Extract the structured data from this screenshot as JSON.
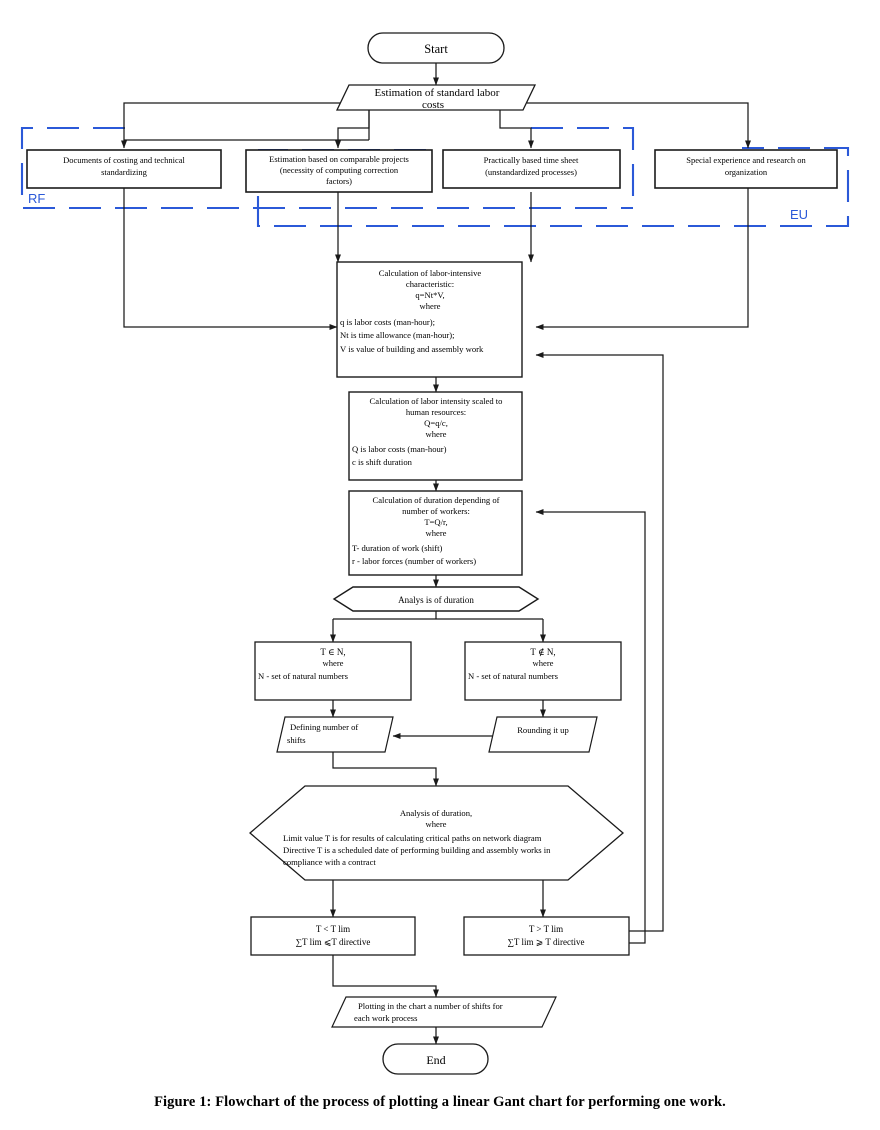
{
  "figure": {
    "caption": "Figure 1: Flowchart of the process of plotting a linear Gant chart for performing one work.",
    "colors": {
      "stroke": "#1a1a1a",
      "zone": "#2b59d8",
      "background": "#ffffff"
    }
  },
  "zones": [
    {
      "id": "rf",
      "label": "RF"
    },
    {
      "id": "eu",
      "label": "EU"
    }
  ],
  "nodes": {
    "start": {
      "shape": "terminator",
      "lines": [
        "Start"
      ]
    },
    "estimation": {
      "shape": "parallelogram",
      "lines": [
        "Estimation of standard labor",
        "costs"
      ]
    },
    "src_documents": {
      "shape": "rect",
      "lines": [
        "Documents of costing and  technical",
        "standardizing"
      ]
    },
    "src_comparable": {
      "shape": "rect",
      "lines": [
        "Estimation based on comparable projects",
        "(necessity of computing correction",
        "factors)"
      ]
    },
    "src_timesheet": {
      "shape": "rect",
      "lines": [
        "Practically based time sheet",
        "(unstandardized processes)"
      ]
    },
    "src_special": {
      "shape": "rect",
      "lines": [
        "Special experience and research on",
        "organization"
      ]
    },
    "calc_labor_intensive": {
      "shape": "rect",
      "centered": [
        "Calculation of labor-intensive",
        "characteristic:",
        "q=Nt*V,",
        "where"
      ],
      "left": [
        "q is labor costs (man-hour);",
        "Nt is time allowance (man-hour);",
        "V is value of building and assembly work"
      ]
    },
    "calc_human_resources": {
      "shape": "rect",
      "centered": [
        "Calculation of labor intensity scaled to",
        "human resources:",
        "Q=q/c,",
        "where"
      ],
      "left": [
        "Q is labor costs (man-hour)",
        "c is shift duration"
      ]
    },
    "calc_duration": {
      "shape": "rect",
      "centered": [
        "Calculation of duration depending of",
        "number of workers:",
        "T=Q/r,",
        "where"
      ],
      "left": [
        "T- duration of work (shift)",
        "r - labor forces (number of workers)"
      ]
    },
    "analysis_hex": {
      "shape": "hexagon",
      "lines": [
        "Analys is of duration"
      ]
    },
    "t_in_n": {
      "shape": "rect",
      "centered": [
        "T ∈ N,",
        "where"
      ],
      "left": [
        "N - set of natural numbers"
      ]
    },
    "t_not_in_n": {
      "shape": "rect",
      "centered": [
        "T ∉ N,",
        "where"
      ],
      "left": [
        "N - set of natural numbers"
      ]
    },
    "defining_shifts": {
      "shape": "parallelogram",
      "left": [
        "Defining number of",
        "shifts"
      ]
    },
    "rounding_up": {
      "shape": "parallelogram",
      "lines": [
        "Rounding it up"
      ]
    },
    "analysis_duration_hex": {
      "shape": "hexagon",
      "centered": [
        "Analysis of duration,",
        "where"
      ],
      "left": [
        "Limit value T is for results of calculating critical paths on network diagram",
        "Directive T is a scheduled date of performing building and assembly works in",
        "compliance with a contract"
      ]
    },
    "t_less": {
      "shape": "rect",
      "lines": [
        "T < T lim",
        "∑T lim ⩽T directive"
      ]
    },
    "t_greater": {
      "shape": "rect",
      "lines": [
        "T > T lim",
        "∑T lim ⩾ T directive"
      ]
    },
    "plotting": {
      "shape": "parallelogram",
      "left": [
        "Plotting in the chart a number of shifts for",
        "each work process"
      ]
    },
    "end": {
      "shape": "terminator",
      "lines": [
        "End"
      ]
    }
  }
}
